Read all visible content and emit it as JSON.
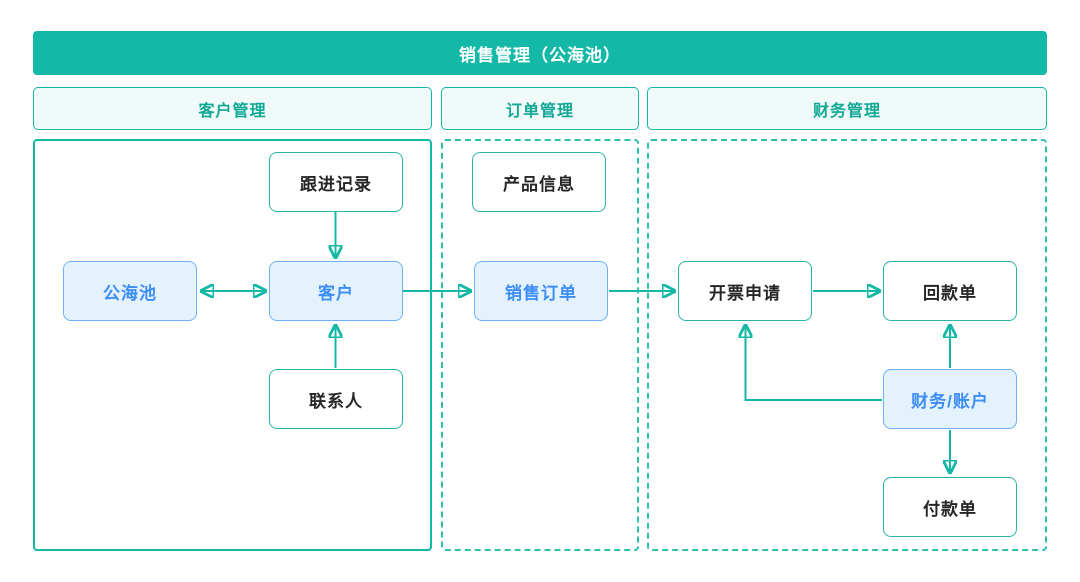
{
  "title": "销售管理（公海池）",
  "sections": [
    {
      "label": "客户管理"
    },
    {
      "label": "订单管理"
    },
    {
      "label": "财务管理"
    }
  ],
  "nodes": {
    "follow_record": {
      "label": "跟进记录",
      "style": "white"
    },
    "public_pool": {
      "label": "公海池",
      "style": "blue"
    },
    "customer": {
      "label": "客户",
      "style": "blue"
    },
    "contact": {
      "label": "联系人",
      "style": "white"
    },
    "product_info": {
      "label": "产品信息",
      "style": "white"
    },
    "sales_order": {
      "label": "销售订单",
      "style": "blue"
    },
    "invoice_request": {
      "label": "开票申请",
      "style": "white"
    },
    "receipt_note": {
      "label": "回款单",
      "style": "white"
    },
    "finance_account": {
      "label": "财务/账户",
      "style": "blue"
    },
    "payment_note": {
      "label": "付款单",
      "style": "white"
    }
  },
  "edges": [
    {
      "from": "跟进记录",
      "to": "客户",
      "type": "arrow"
    },
    {
      "from": "公海池",
      "to": "客户",
      "type": "bidirectional"
    },
    {
      "from": "联系人",
      "to": "客户",
      "type": "arrow"
    },
    {
      "from": "客户",
      "to": "销售订单",
      "type": "arrow"
    },
    {
      "from": "销售订单",
      "to": "开票申请",
      "type": "arrow"
    },
    {
      "from": "开票申请",
      "to": "回款单",
      "type": "arrow"
    },
    {
      "from": "财务/账户",
      "to": "回款单",
      "type": "arrow"
    },
    {
      "from": "财务/账户",
      "to": "开票申请",
      "type": "arrow"
    },
    {
      "from": "财务/账户",
      "to": "付款单",
      "type": "arrow"
    }
  ],
  "colors": {
    "teal": "#14b8a6",
    "header_bg": "#f0faf9",
    "header_text": "#12a896",
    "blue_fill": "#e4f2fd",
    "blue_border": "#6cb2f4",
    "blue_text": "#3d8df6",
    "node_text": "#262626"
  }
}
